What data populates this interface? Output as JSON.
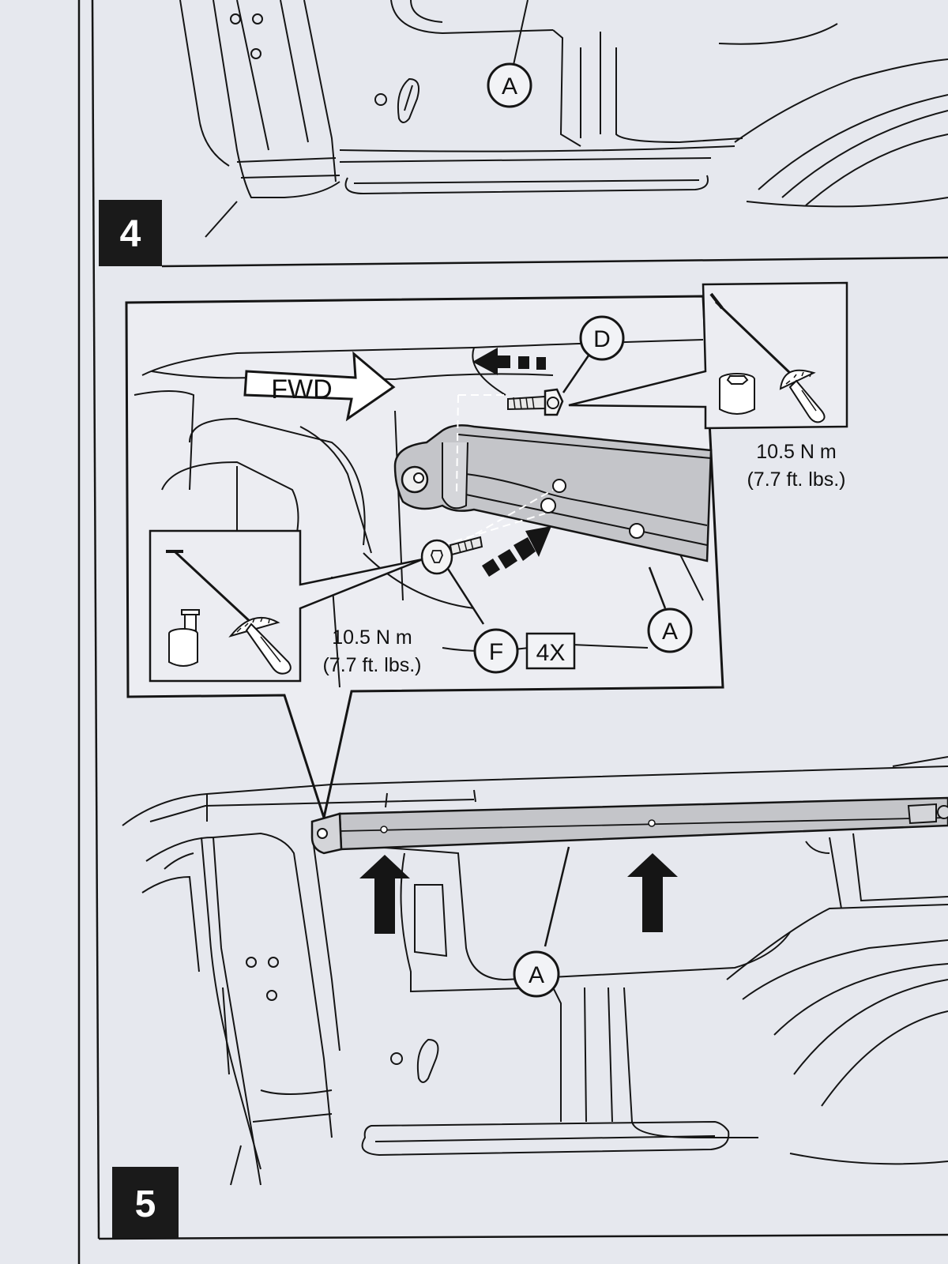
{
  "steps": {
    "step4": {
      "number": "4",
      "callout": "A"
    },
    "step5": {
      "number": "5",
      "callout": "A"
    }
  },
  "detail": {
    "fwd_label": "FWD",
    "callout_a": "A",
    "callout_d": "D",
    "callout_f": "F",
    "quantity_f": "4X",
    "torque_d": {
      "nm": "10.5 N m",
      "ftlbs": "(7.7 ft. lbs.)"
    },
    "torque_f": {
      "nm": "10.5 N m",
      "ftlbs": "(7.7 ft. lbs.)"
    }
  },
  "colors": {
    "paper": "#e8eaf0",
    "ink": "#151515",
    "part_fill": "#c4c5c9",
    "step_badge": "#1a1a1a"
  }
}
